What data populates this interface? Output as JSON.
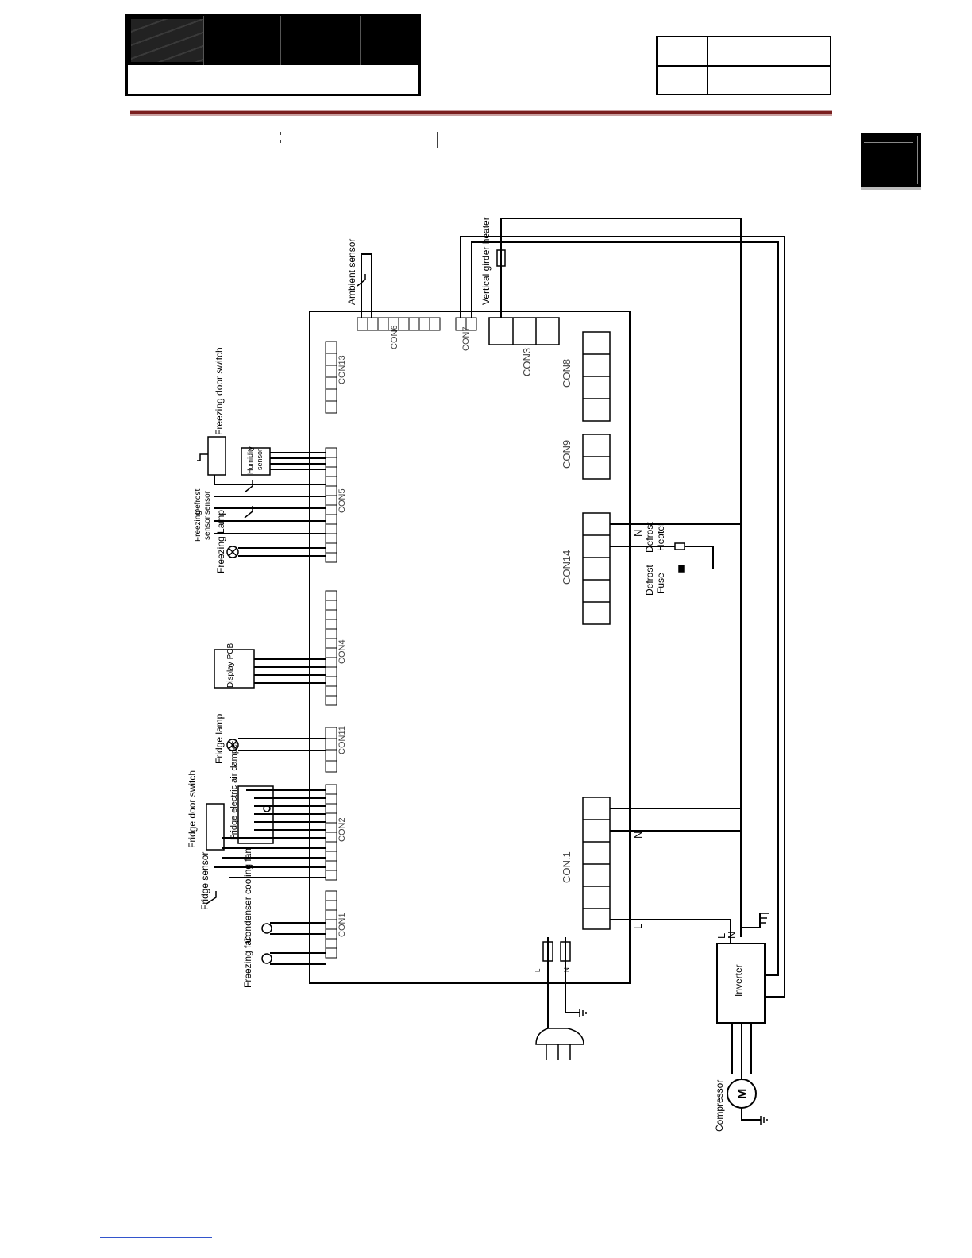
{
  "header": {
    "logo_label": "",
    "info_rows": [
      "",
      ""
    ]
  },
  "diagram": {
    "connectors": {
      "con1": "CON1",
      "con2": "CON2",
      "con3": "CON3",
      "con4": "CON4",
      "con5": "CON5",
      "con6": "CON6",
      "con7": "CON7",
      "con8": "CON8",
      "con9": "CON9",
      "con11": "CON11",
      "con13": "CON13",
      "con14": "CON14",
      "con_1": "CON.1"
    },
    "components": {
      "ambient_sensor": "Ambient sensor",
      "vertical_girder_heater": "Vertical girder heater",
      "freezing_door_switch": "Freezing door switch",
      "humidity_sensor_1": "Humidity",
      "humidity_sensor_2": "sensor",
      "defrost_sensor_1": "Defrost",
      "defrost_sensor_2": "sensor",
      "freezing_sensor_1": "Freezing",
      "freezing_sensor_2": "sensor",
      "freezing_lamp": "Freezing Lamp",
      "display_pcb": "Display PCB",
      "fridge_lamp": "Fridge lamp",
      "fridge_electric_air_damper": "Fridge electric air damper",
      "fridge_door_switch": "Fridge door switch",
      "fridge_sensor": "Fridge sensor",
      "condenser_cooling_fan": "Condenser cooling fan",
      "freezing_fan": "Freezing fan",
      "defrost_heater_1": "Defrost",
      "defrost_heater_2": "Heater",
      "defrost_fuse_1": "Defrost",
      "defrost_fuse_2": "Fuse",
      "inverter": "Inverter",
      "compressor": "Compressor",
      "motor_symbol": "M"
    },
    "line_labels": {
      "n_con14": "N",
      "n_con1": "N",
      "l_con1": "L",
      "inv_l": "L",
      "inv_n": "N",
      "plug_l": "L",
      "plug_n": "N"
    }
  }
}
